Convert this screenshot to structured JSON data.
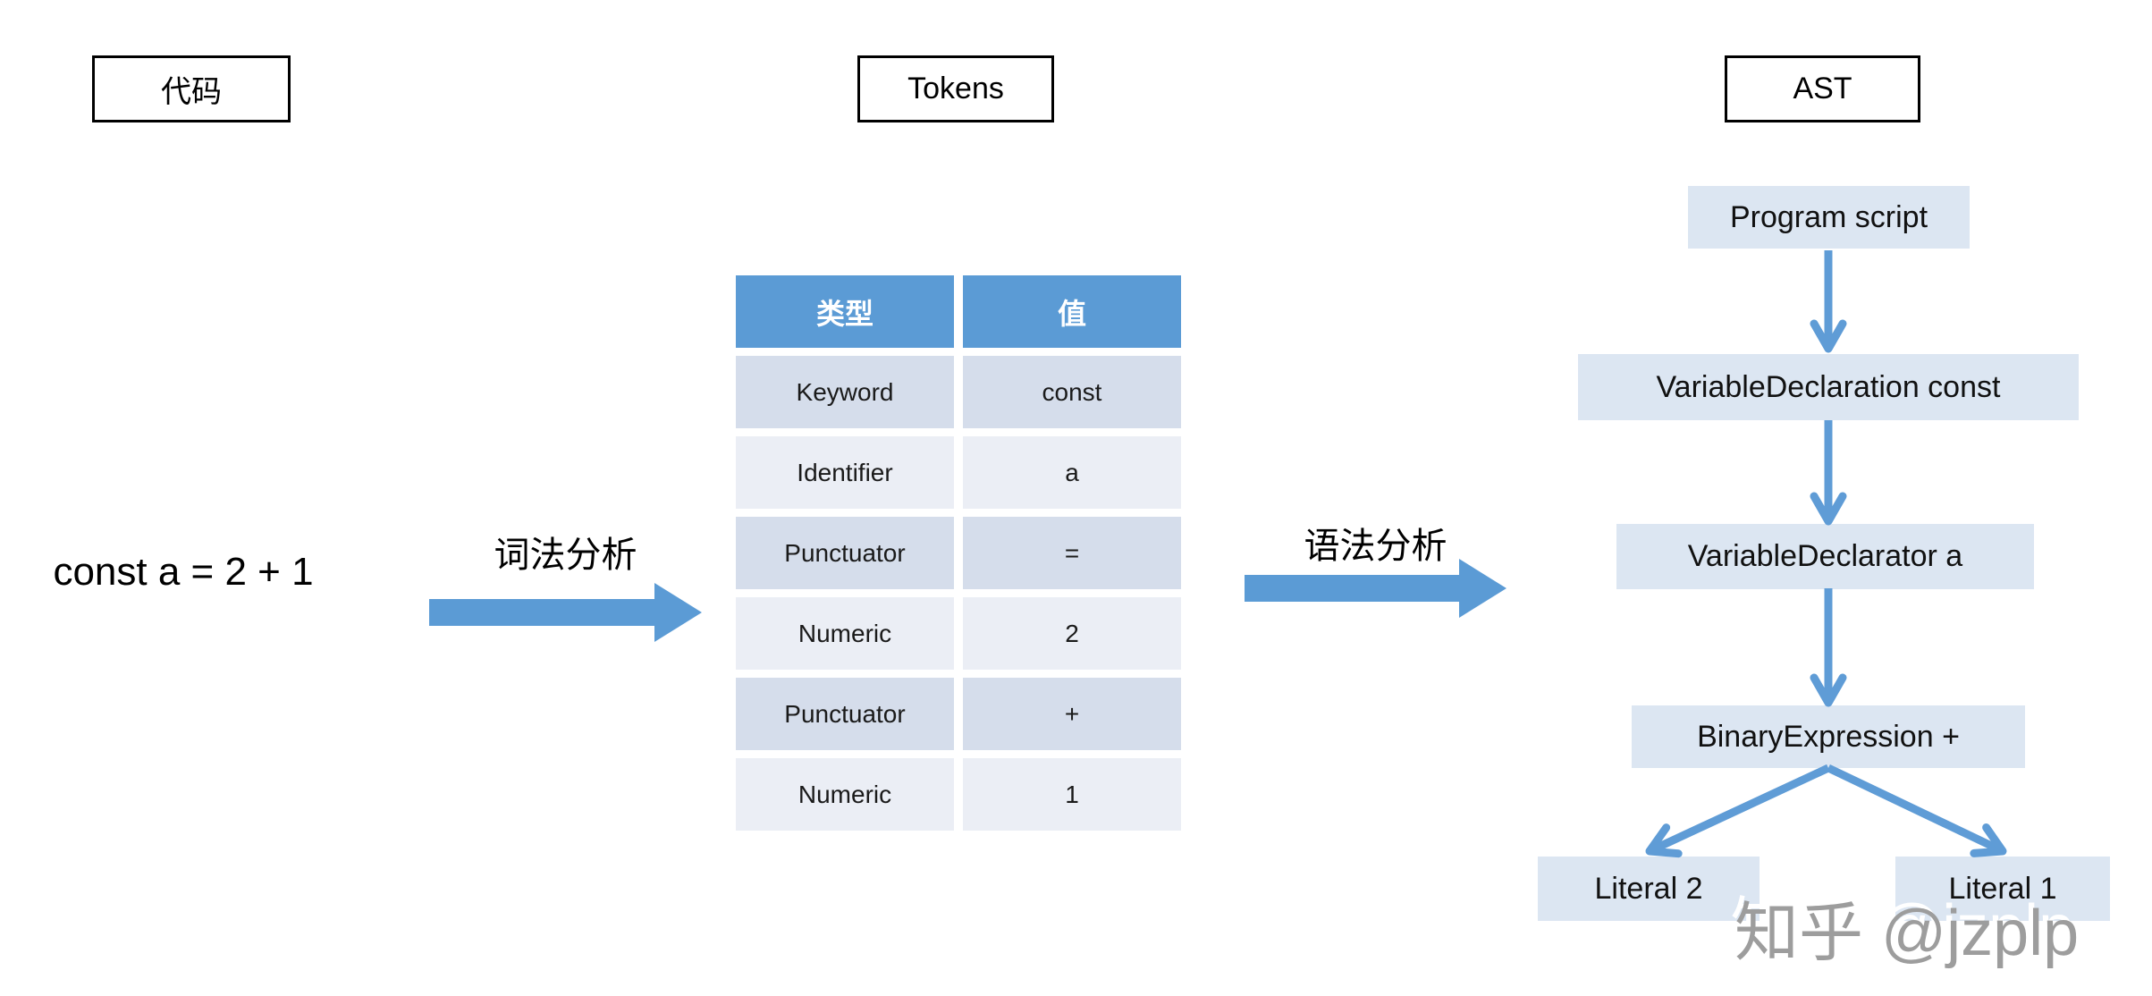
{
  "stages": {
    "code": "代码",
    "tokens": "Tokens",
    "ast": "AST"
  },
  "source_code": "const a = 2 + 1",
  "transforms": {
    "lexical": "词法分析",
    "syntactic": "语法分析"
  },
  "token_table": {
    "col_type": "类型",
    "col_value": "值",
    "rows": [
      {
        "type": "Keyword",
        "value": "const"
      },
      {
        "type": "Identifier",
        "value": "a"
      },
      {
        "type": "Punctuator",
        "value": "="
      },
      {
        "type": "Numeric",
        "value": "2"
      },
      {
        "type": "Punctuator",
        "value": "+"
      },
      {
        "type": "Numeric",
        "value": "1"
      }
    ]
  },
  "ast": {
    "program": "Program script",
    "variable_declaration": "VariableDeclaration const",
    "variable_declarator": "VariableDeclarator a",
    "binary_expression": "BinaryExpression +",
    "literal_left": "Literal 2",
    "literal_right": "Literal 1"
  },
  "watermark": "知乎 @jzplp",
  "colors": {
    "accent_blue": "#5B9BD5",
    "arrow_blue": "#5F9CD6",
    "table_row_dark": "#D5DDEB",
    "table_row_light": "#EBEEF5",
    "ast_node_fill": "#DCE6F2",
    "watermark_gray": "#9D9D9D"
  }
}
